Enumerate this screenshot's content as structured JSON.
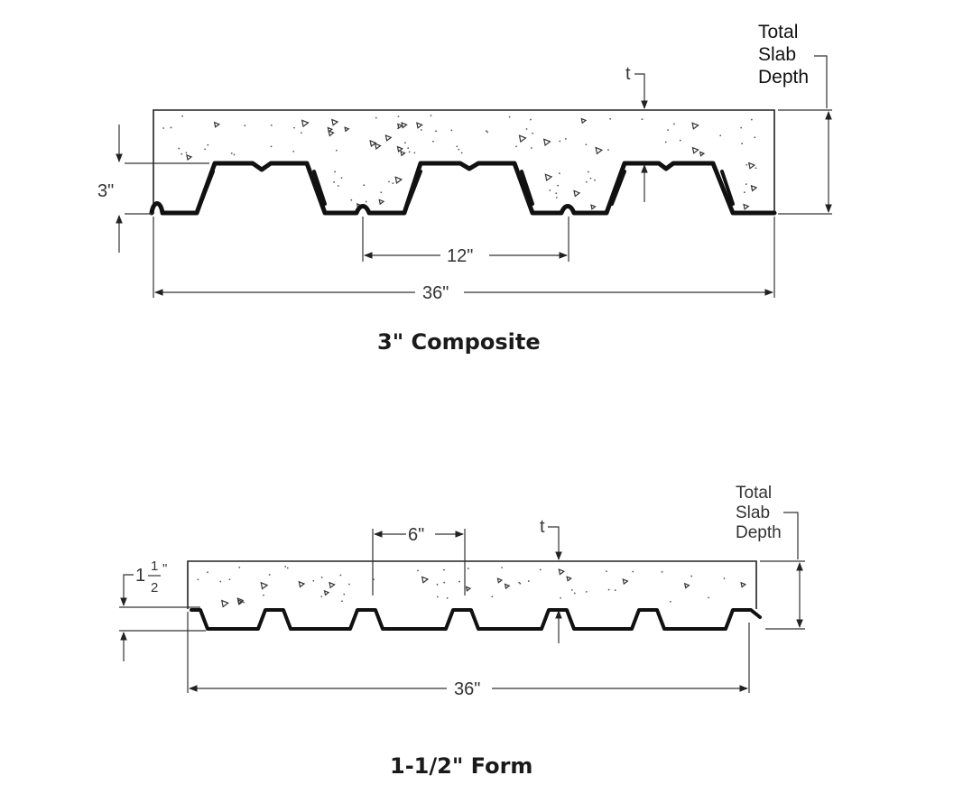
{
  "composite": {
    "title": "3\" Composite",
    "depth_label": "3\"",
    "rib_spacing_label": "12\"",
    "width_label": "36\"",
    "thickness_label": "t",
    "total_depth_label": [
      "Total",
      "Slab",
      "Depth"
    ]
  },
  "form": {
    "title": "1-1/2\" Form",
    "depth_whole": "1",
    "depth_num": "1",
    "depth_den": "2",
    "depth_inch": "\"",
    "rib_spacing_label": "6\"",
    "width_label": "36\"",
    "thickness_label": "t",
    "total_depth_label": [
      "Total",
      "Slab",
      "Depth"
    ]
  }
}
